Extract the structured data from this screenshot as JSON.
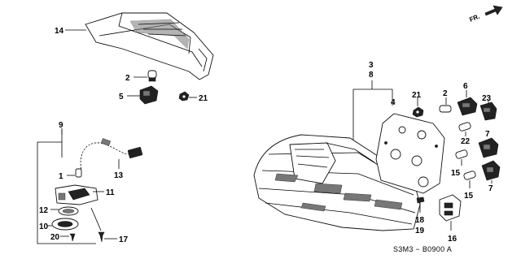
{
  "diagram_code": "S3M3 − B0900 A",
  "direction_label": "FR.",
  "callouts": [
    "14",
    "2",
    "5",
    "21",
    "9",
    "1",
    "13",
    "11",
    "12",
    "10",
    "20",
    "17",
    "3",
    "8",
    "4",
    "21",
    "2",
    "6",
    "23",
    "22",
    "7",
    "15",
    "15",
    "7",
    "18",
    "19",
    "16"
  ]
}
